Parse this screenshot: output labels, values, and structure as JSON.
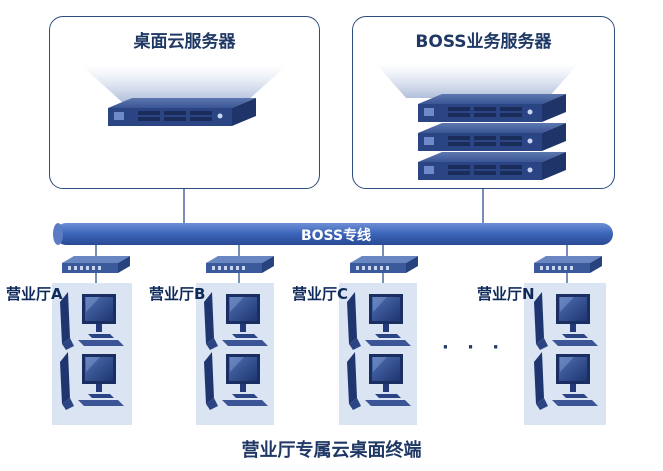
{
  "servers": {
    "desktop_cloud": {
      "title": "桌面云服务器"
    },
    "boss": {
      "title": "BOSS业务服务器"
    }
  },
  "backbone": {
    "label": "BOSS专线"
  },
  "halls": [
    {
      "label": "营业厅A"
    },
    {
      "label": "营业厅B"
    },
    {
      "label": "营业厅C"
    },
    {
      "label": "营业厅N"
    }
  ],
  "ellipsis": "· · ·",
  "footer": "营业厅专属云桌面终端",
  "colors": {
    "pipe": "#3b63b8",
    "equipment": "#2e4a86",
    "panel": "#dbe4f2",
    "text": "#1f3864"
  },
  "icons": [
    "rack-server-icon",
    "switch-icon",
    "desktop-computer-icon"
  ]
}
